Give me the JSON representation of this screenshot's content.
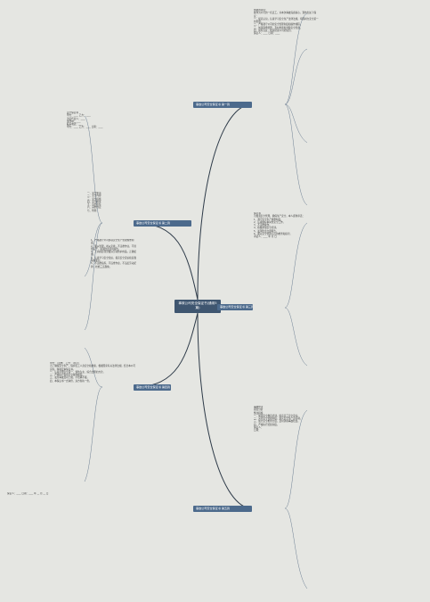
{
  "center": {
    "title": "事故公司安全保证书(通用5篇)"
  },
  "branches": [
    {
      "label": "事故公司安全保证书 第一篇"
    },
    {
      "label": "事故公司安全保证书 第二篇"
    },
    {
      "label": "事故公司安全保证书 第三篇"
    },
    {
      "label": "事故公司安全保证书 第四篇"
    },
    {
      "label": "事故公司安全保证书 第五篇"
    }
  ],
  "left_form": {
    "lines": [
      "安全保证书",
      "甲方：____ 乙方：____",
      "法定代表人：____",
      "住所地：____",
      "联系电话：____",
      "甲方：____ 乙方：____ 日期：____"
    ]
  },
  "left_list": {
    "items": [
      "一、安全职责",
      "二、安全内容",
      "三、安全措施",
      "四、安全检查",
      "五、违约责任",
      "六、其他约定",
      "七、附则"
    ]
  },
  "left_paras": {
    "items": [
      "1、严格遵守公司各项安全生产管理规章制度。",
      "2、服从管理，听从安排，不违章作业，不冒险蛮干，发现隐患及时报告。",
      "3、上岗前必须穿戴好劳动防护用品，正确使用。",
      "4、认真学习安全知识，提高安全意识和自我保护能力。",
      "5、不违章指挥，不违章作业，不违反劳动纪律，杜绝三违现象。"
    ]
  },
  "left_bottom": {
    "items": [
      "甲方：（盖章） 乙方：（签字）",
      "为了确保安全生产，保护员工人身安全和健康，根据国家有关法律法规，结合本公司实际，特制定本保证书。",
      "一、认真贯彻安全第一、预防为主、综合治理的方针。",
      "二、严格执行各项安全操作规程。",
      "三、发生事故及时上报，不隐瞒不报。",
      "四、本保证书一式两份，双方各执一份。"
    ],
    "signature": "保证人：____ 日期：____ 年 __ 月 __ 日"
  },
  "right_top": {
    "items": [
      "尊敬的领导：",
      "我作为公司的一名员工，对本次事故深感痛心，现作出如下保证：",
      "一、提高认识，认真学习安全生产法律法规，牢固树立安全第一的思想。",
      "二、严格遵守公司的安全管理制度和操作规程。",
      "三、加强现场管理，及时排查和消除安全隐患。",
      "四、如有违反，愿意接受公司的处罚。",
      "保证人：____ 日期：____"
    ]
  },
  "right_mid": {
    "items": [
      "保证书",
      "为加强安全管理，确保生产安全，本人郑重承诺：",
      "1、遵守安全生产规章制度。",
      "2、认真做好本岗位安全工作。",
      "3、不违章操作。",
      "4、积极参加安全培训。",
      "5、发现隐患立即报告。",
      "6、服从安全管理人员的检查和指导。",
      "承诺人：____ 年 月 日"
    ]
  },
  "right_bottom": {
    "items": [
      "事故经过",
      "原因分析",
      "整改措施",
      "一、加强安全教育培训，提高员工安全意识。",
      "二、完善安全管理制度，落实安全生产责任制。",
      "三、加大安全检查力度，及时消除事故隐患。",
      "四、严格执行奖惩制度。",
      "保证人：",
      "日期："
    ]
  }
}
